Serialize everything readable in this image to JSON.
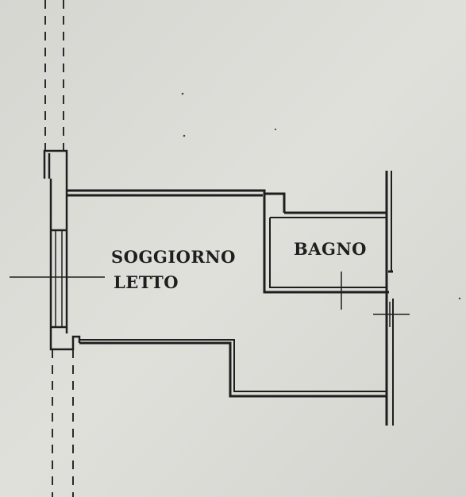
{
  "plan": {
    "rooms": [
      {
        "id": "soggiorno",
        "label": "SOGGIORNO"
      },
      {
        "id": "letto",
        "label": "LETTO"
      },
      {
        "id": "bagno",
        "label": "BAGNO"
      }
    ],
    "colors": {
      "paper": "#dcdcd7",
      "ink": "#1e1e1e"
    }
  }
}
